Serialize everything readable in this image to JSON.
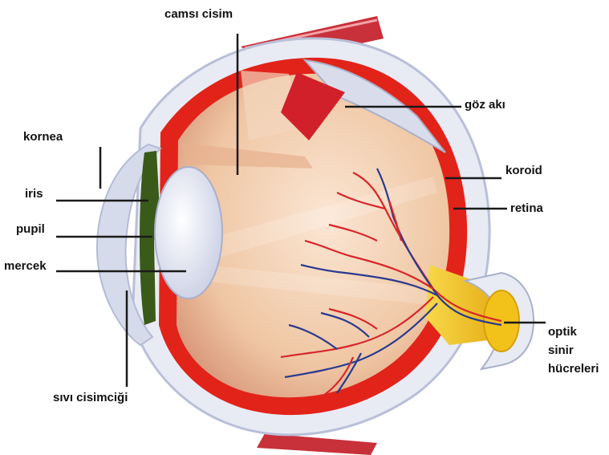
{
  "labels": {
    "vitreous": "camsı cisim",
    "sclera": "göz akı",
    "cornea": "kornea",
    "choroid": "koroid",
    "iris": "iris",
    "retina": "retina",
    "pupil": "pupil",
    "lens": "mercek",
    "optic_nerve": [
      "optik",
      "sinir",
      "hücreleri"
    ],
    "aqueous": "sıvı cisimciği"
  },
  "colors": {
    "sclera": "#e8ebf4",
    "choroid": "#e2231a",
    "vitreous": "#f1c9a8",
    "iris": "#3a5a1a",
    "lens": "#e9ecf6",
    "optic_nerve": "#f2c21a",
    "artery": "#d7262b",
    "vein": "#2b3a8f",
    "pointer": "#1a1a1a"
  }
}
